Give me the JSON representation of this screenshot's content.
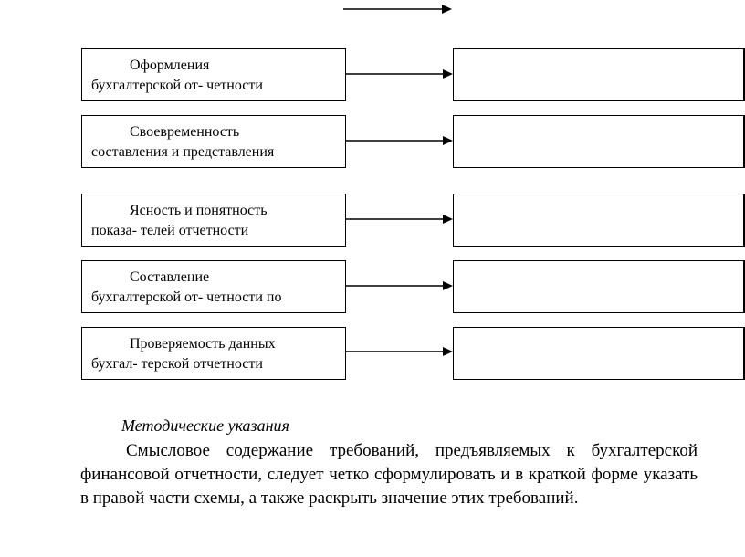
{
  "diagram": {
    "requirements": [
      {
        "line1": "Оформления",
        "line2": "бухгалтерской от- четности"
      },
      {
        "line1": "Своевременность",
        "line2": "составления и представления"
      },
      {
        "line1": "Ясность и понятность",
        "line2": "показа- телей отчетности"
      },
      {
        "line1": "Составление",
        "line2": "бухгалтерской от- четности по"
      },
      {
        "line1": "Проверяемость данных",
        "line2": "бухгал- терской отчетности"
      }
    ]
  },
  "instructions": {
    "title": "Методические указания",
    "text": "Смысловое содержание требований, предъявляемых к бухгалтерской финансовой отчетности, следует четко сформулировать и в краткой форме указать в правой части схемы, а также раскрыть значение этих требований."
  }
}
